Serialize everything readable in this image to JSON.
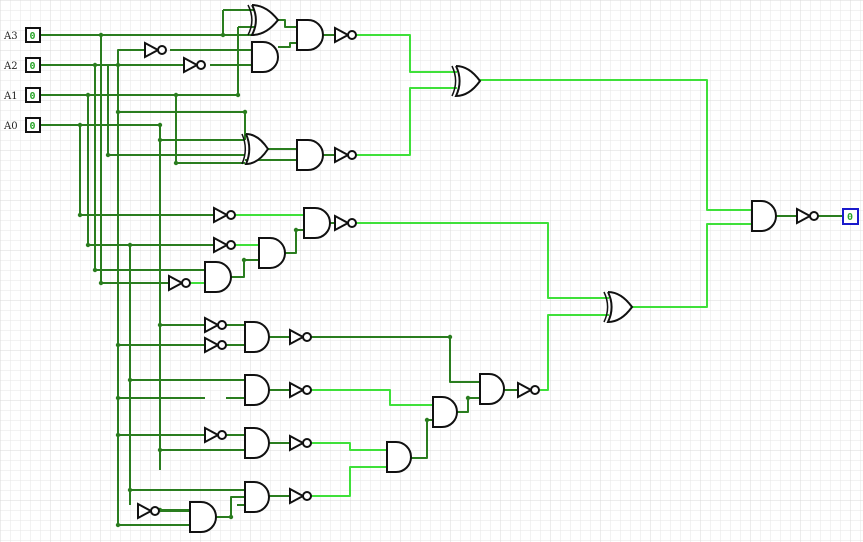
{
  "inputs": [
    {
      "label": "A3",
      "value": "0"
    },
    {
      "label": "A2",
      "value": "0"
    },
    {
      "label": "A1",
      "value": "0"
    },
    {
      "label": "A0",
      "value": "0"
    }
  ],
  "output": {
    "value": "0"
  },
  "colors": {
    "grid": "#e4e4e4",
    "grid_major": "#d6d6d6",
    "wire_low": "#2a7d1f",
    "wire_high": "#3fe03a",
    "gate_stroke": "#111111",
    "gate_fill": "#ffffff",
    "input_pin_border": "#111111",
    "output_pin_border": "#1a1acc",
    "pin_value": "#2aa52a"
  }
}
